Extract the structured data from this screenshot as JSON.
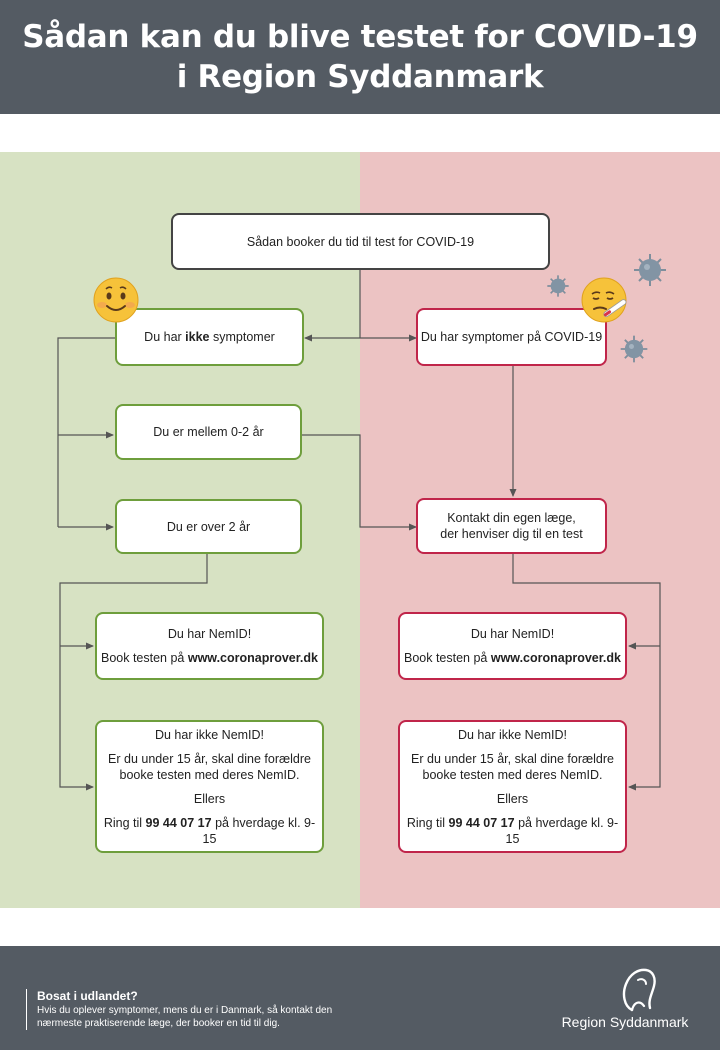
{
  "header": {
    "line1": "Sådan kan du blive testet for COVID-19",
    "line2": "i Region Syddanmark"
  },
  "colors": {
    "header_bg": "#545b63",
    "left_panel": "#d7e2c3",
    "right_panel": "#ecc3c3",
    "green_border": "#6e9e3c",
    "red_border": "#c0254a"
  },
  "icons": {
    "happy": "smiling-face-icon",
    "sick": "sick-face-with-thermometer-icon",
    "virus": "virus-icon",
    "logo": "region-syddanmark-logo"
  },
  "flow": {
    "start": "Sådan booker du tid til test for COVID-19",
    "no_symptoms": {
      "prefix": "Du har ",
      "bold": "ikke",
      "suffix": " symptomer"
    },
    "symptoms": "Du har symptomer på COVID-19",
    "age_0_2": "Du er mellem 0-2 år",
    "age_over_2": "Du er over 2 år",
    "doctor_line1": "Kontakt din egen læge,",
    "doctor_line2": "der henviser dig til en test",
    "nemid": {
      "title": "Du har NemID!",
      "book_prefix": "Book testen på ",
      "book_url": "www.coronaprover.dk"
    },
    "no_nemid": {
      "title": "Du har ikke NemID!",
      "under15_line1": "Er du under 15 år, skal dine forældre",
      "under15_line2": "booke testen med deres NemID.",
      "else": "Ellers",
      "call_prefix": "Ring til ",
      "phone": "99 44 07 17",
      "call_suffix": " på hverdage kl. 9-15"
    }
  },
  "footer": {
    "title": "Bosat i udlandet?",
    "line1": "Hvis du oplever symptomer, mens du er i Danmark, så kontakt den",
    "line2": "nærmeste praktiserende læge, der booker en tid til dig.",
    "logo_text": "Region Syddanmark"
  }
}
